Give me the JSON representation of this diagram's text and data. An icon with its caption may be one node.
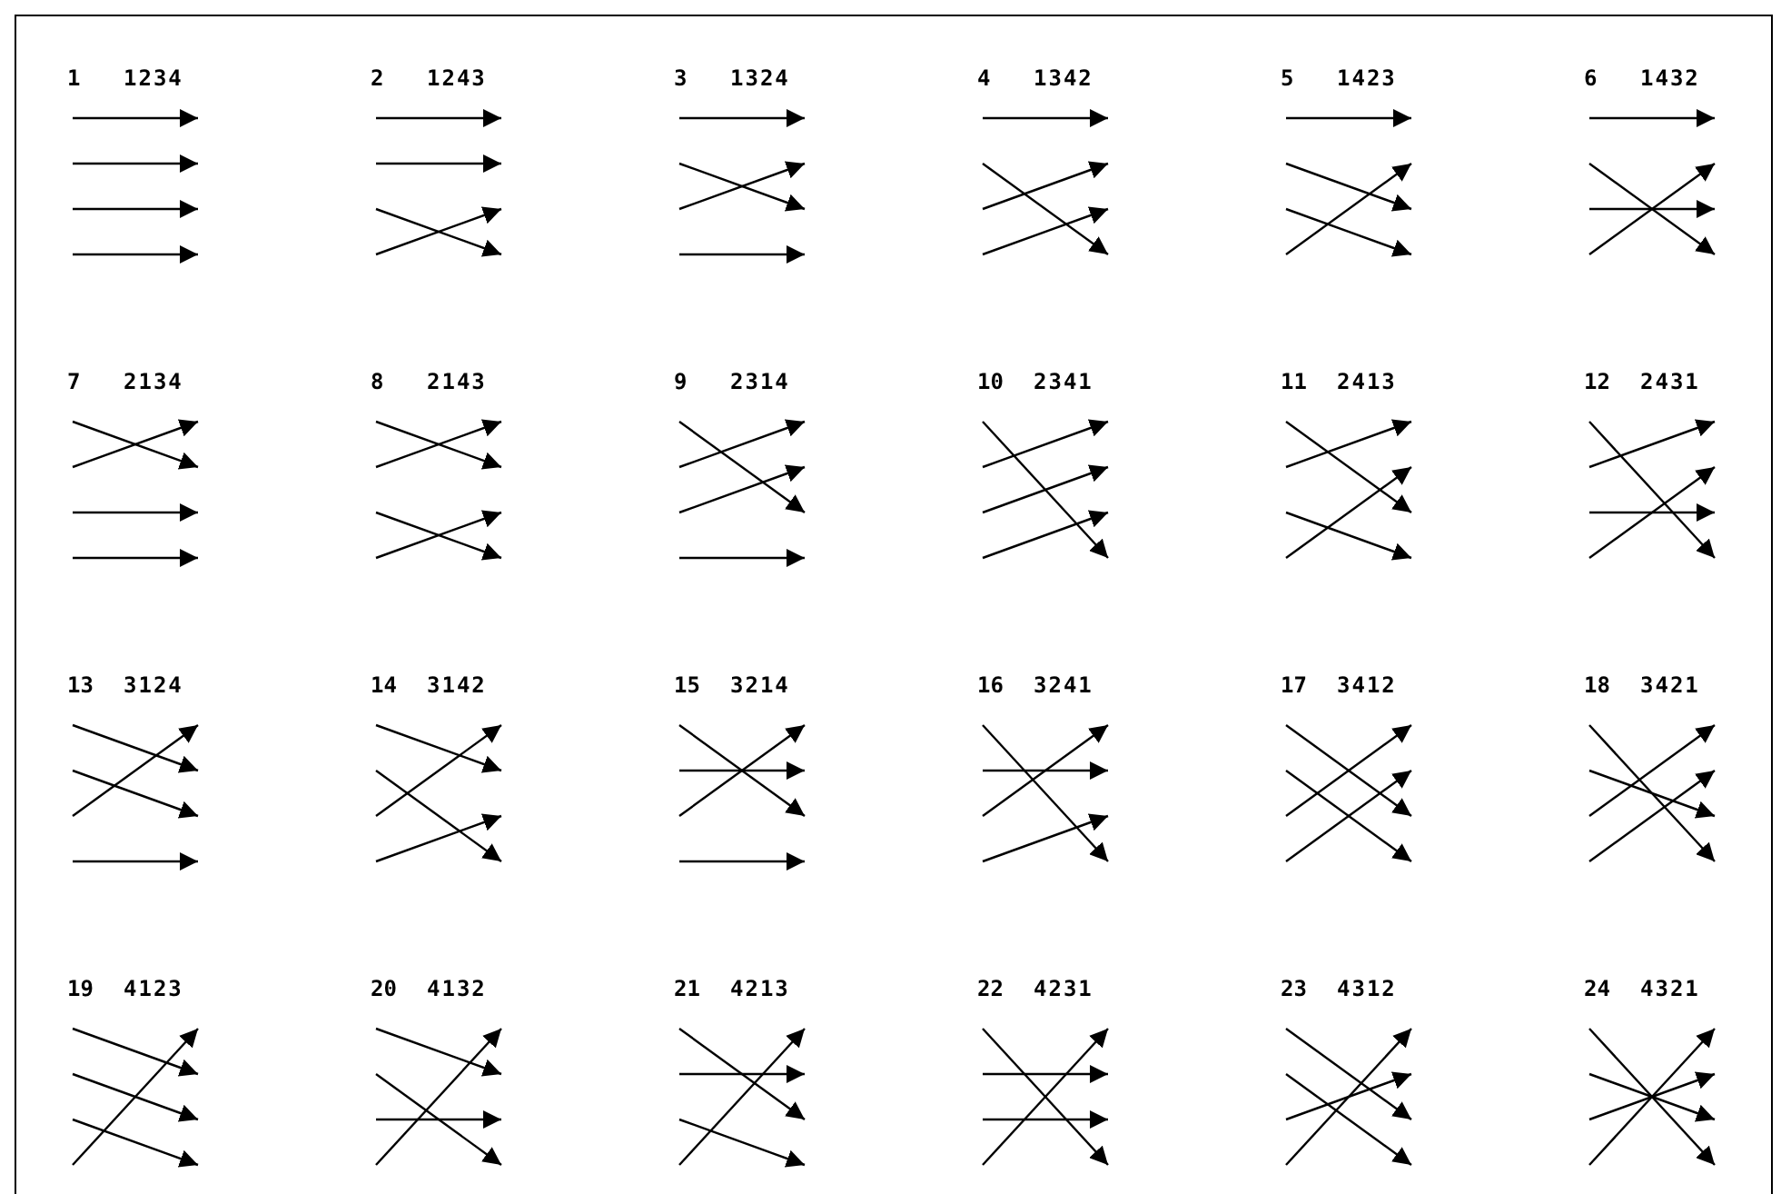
{
  "diagram": {
    "labels": [
      "1",
      "1234",
      "2",
      "1243",
      "3",
      "1324",
      "4",
      "1342",
      "5",
      "1423",
      "6",
      "1432",
      "7",
      "2134",
      "8",
      "2143",
      "9",
      "2314",
      "10",
      "2341",
      "11",
      "2413",
      "12",
      "2431",
      "13",
      "3124",
      "14",
      "3142",
      "15",
      "3214",
      "16",
      "3241",
      "17",
      "3412",
      "18",
      "3421",
      "19",
      "4123",
      "20",
      "4132",
      "21",
      "4213",
      "22",
      "4231",
      "23",
      "4312",
      "24",
      "4321"
    ]
  }
}
